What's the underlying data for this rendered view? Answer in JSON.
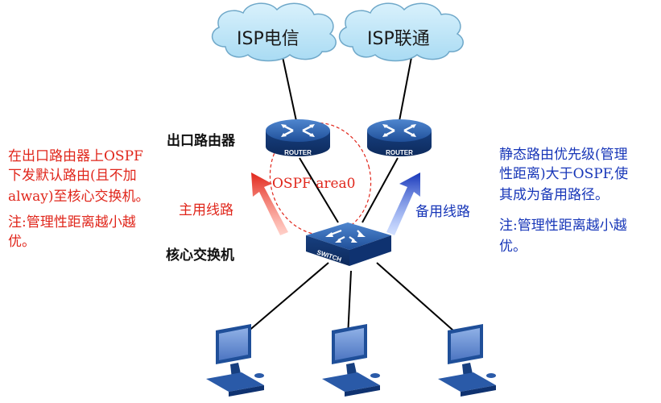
{
  "clouds": {
    "left": "ISP电信",
    "right": "ISP联通"
  },
  "routers": {
    "left_badge": "ROUTER",
    "right_badge": "ROUTER"
  },
  "switch": {
    "badge": "SWITCH"
  },
  "labels": {
    "egress_router": "出口路由器",
    "core_switch": "核心交换机",
    "primary_link": "主用线路",
    "backup_link": "备用线路",
    "ospf_area": "OSPF area0"
  },
  "notes": {
    "left_lines": [
      "在出口路由器上OSPF",
      "下发默认路由(且不加",
      "alway)至核心交换机。",
      "注:管理性距离越小越",
      "优。"
    ],
    "right_lines": [
      "静态路由优先级(管理",
      "性距离)大于OSPF,使",
      "其成为备用路径。",
      "注:管理性距离越小越",
      "优。"
    ]
  },
  "colors": {
    "cloud_fill": "#bfe6f8",
    "cloud_stroke": "#6fa8c9",
    "router_blue": "#1f4f99",
    "primary_arrow": "#e0261b",
    "backup_arrow": "#1736b8",
    "ospf_ring": "#e0261b"
  }
}
